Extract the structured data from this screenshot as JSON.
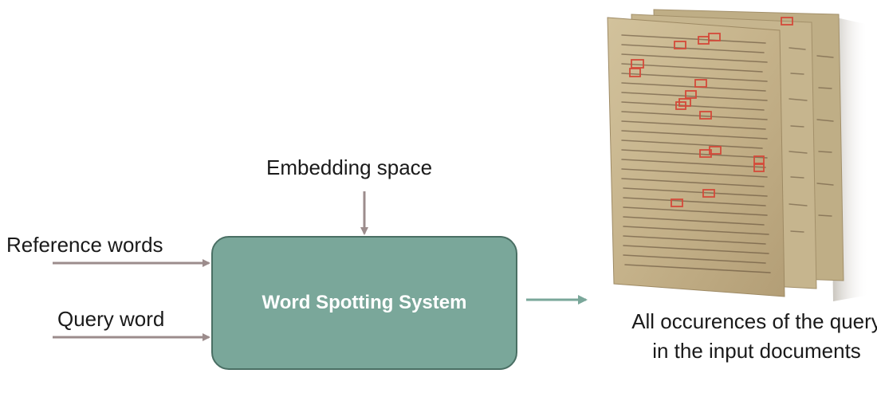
{
  "diagram": {
    "inputs": {
      "embedding_label": "Embedding space",
      "reference_label": "Reference words",
      "query_label": "Query word"
    },
    "system": {
      "label": "Word Spotting System"
    },
    "output": {
      "label": "All occurences of the query in the input documents"
    },
    "colors": {
      "box_fill": "#7aa79a",
      "box_border": "#4a6f64",
      "input_arrow": "#9c8c8c",
      "output_arrow": "#7aa79a",
      "highlight": "#d44a3a",
      "parchment": "#c7b590"
    },
    "icons": {
      "documents": "stacked-manuscript-pages-icon"
    }
  }
}
